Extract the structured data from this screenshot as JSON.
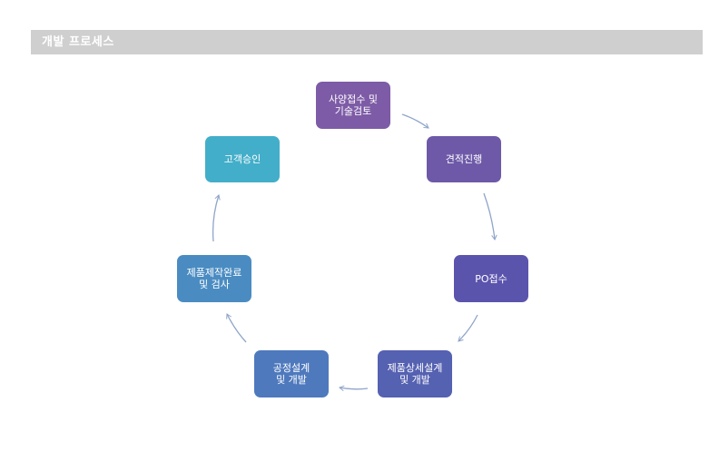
{
  "header": {
    "title": "개발 프로세스",
    "background": "#cfcfcf"
  },
  "process": {
    "steps": [
      {
        "line1": "사양접수 및",
        "line2": "기술검토",
        "color": "#7d5ba6"
      },
      {
        "line1": "견적진행",
        "line2": "",
        "color": "#6e59a8"
      },
      {
        "line1": "PO접수",
        "line2": "",
        "color": "#5b54ad"
      },
      {
        "line1": "제품상세설계",
        "line2": "및 개발",
        "color": "#5561b1"
      },
      {
        "line1": "공정설계",
        "line2": "및 개발",
        "color": "#4e79bd"
      },
      {
        "line1": "제품제작완료",
        "line2": "및 검사",
        "color": "#4a8cc2"
      },
      {
        "line1": "고객승인",
        "line2": "",
        "color": "#43aec9"
      }
    ],
    "arrow_color": "#8fa5c9"
  }
}
